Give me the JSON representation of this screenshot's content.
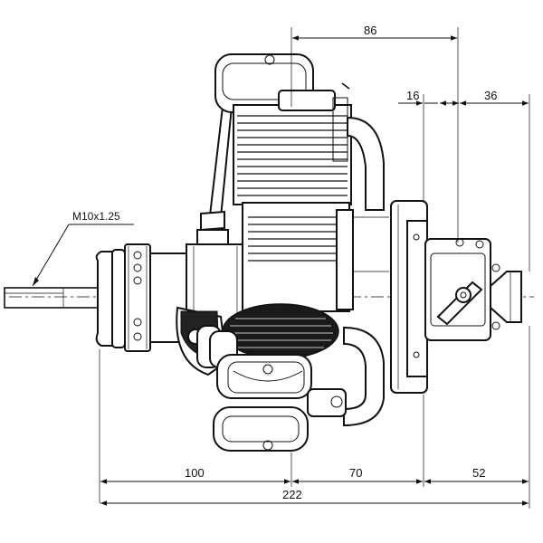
{
  "drawing": {
    "thread_callout": "M10x1.25",
    "dimensions": {
      "top_overall": "86",
      "top_mount": "16",
      "top_rear": "36",
      "bottom_front": "100",
      "bottom_mid": "70",
      "bottom_rear": "52",
      "bottom_total": "222"
    }
  }
}
